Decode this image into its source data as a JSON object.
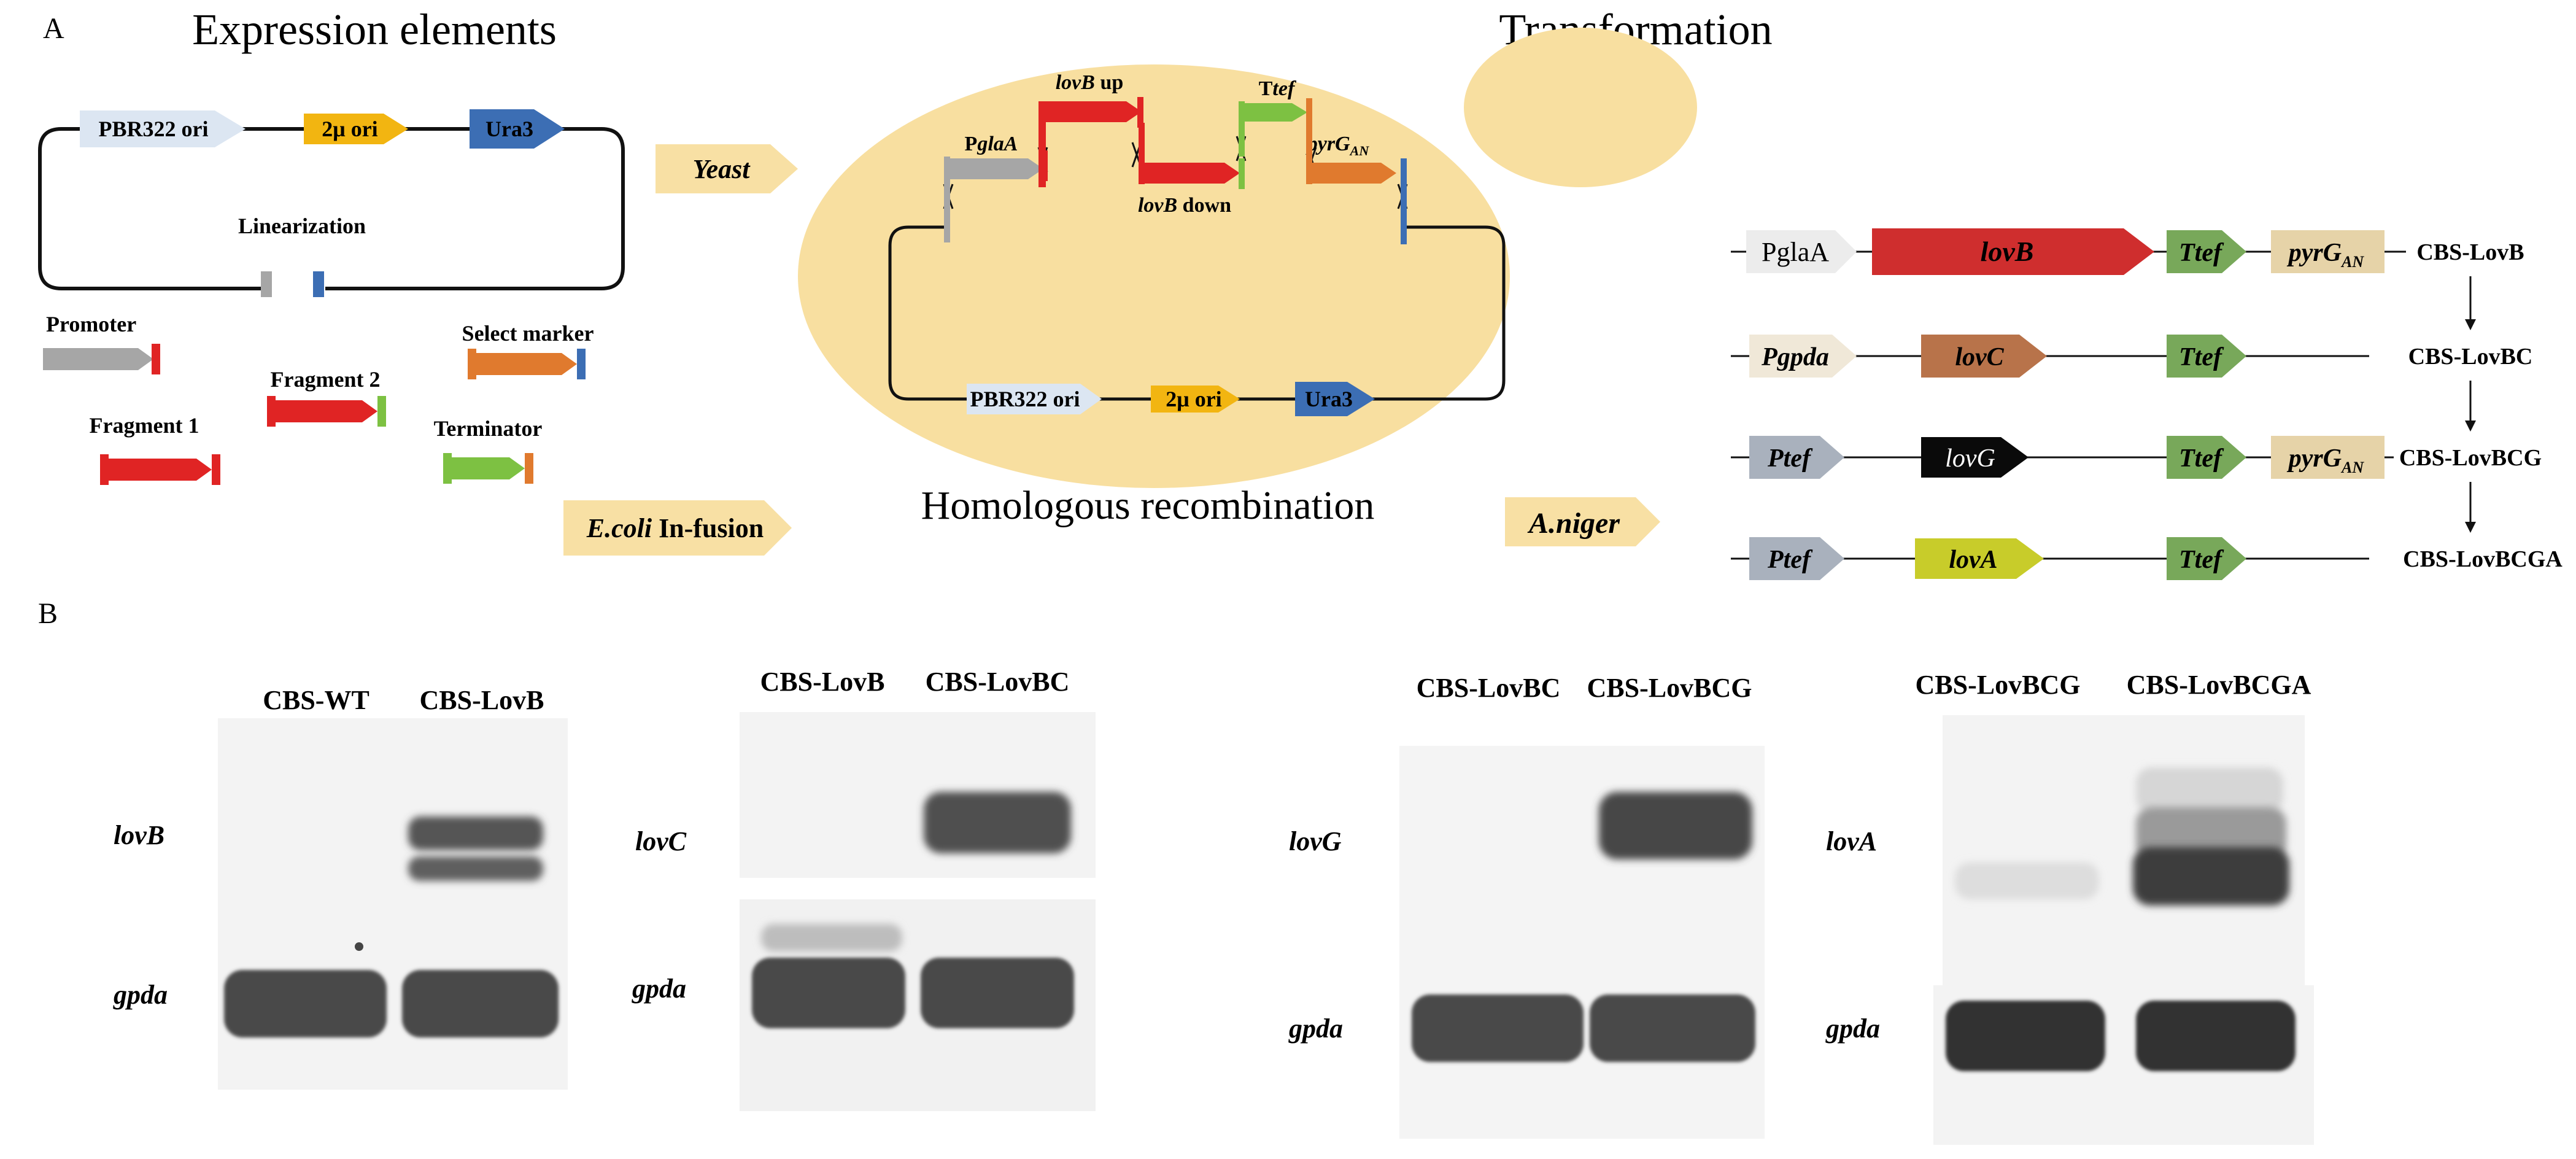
{
  "panel_a": {
    "letter": "A",
    "expression_title": "Expression elements",
    "transformation_title": "Transformation",
    "recombination_title": "Homologous recombination",
    "vector": {
      "ori1": "PBR322 ori",
      "ori2": "2μ ori",
      "marker": "Ura3",
      "linearization": "Linearization"
    },
    "elements": {
      "promoter": "Promoter",
      "fragment1": "Fragment 1",
      "fragment2": "Fragment 2",
      "select_marker": "Select marker",
      "terminator": "Terminator"
    },
    "arrows": {
      "yeast": "Yeast",
      "ecoli": "E.coli",
      "ecoli_rest": " In-fusion",
      "aniger": "A.niger"
    },
    "yeast_cell": {
      "pgla_prefix": "P",
      "pgla_gene": "glaA",
      "lovb_up_gene": "lovB",
      "lovb_up_rest": " up",
      "lovb_down_gene": "lovB",
      "lovb_down_rest": " down",
      "ttef_prefix": "T",
      "ttef_rest": "tef",
      "pyrg_main": "pyrG",
      "pyrg_sub": "AN",
      "ori1": "PBR322 ori",
      "ori2": "2μ ori",
      "marker": "Ura3"
    },
    "constructs": [
      {
        "promoter": "PglaA",
        "gene": "lovB",
        "terminator": "Ttef",
        "marker_main": "pyrG",
        "marker_sub": "AN",
        "name": "CBS-LovB"
      },
      {
        "promoter": "Pgpda",
        "gene": "lovC",
        "terminator": "Ttef",
        "name": "CBS-LovBC"
      },
      {
        "promoter": "Ptef",
        "gene": "lovG",
        "terminator": "Ttef",
        "marker_main": "pyrG",
        "marker_sub": "AN",
        "name": "CBS-LovBCG"
      },
      {
        "promoter": "Ptef",
        "gene": "lovA",
        "terminator": "Ttef",
        "name": "CBS-LovBCGA"
      }
    ]
  },
  "panel_b": {
    "letter": "B",
    "gels": [
      {
        "lanes": [
          "CBS-WT",
          "CBS-LovB"
        ],
        "target": "lovB",
        "reference": "gpda"
      },
      {
        "lanes": [
          "CBS-LovB",
          "CBS-LovBC"
        ],
        "target": "lovC",
        "reference": "gpda"
      },
      {
        "lanes": [
          "CBS-LovBC",
          "CBS-LovBCG"
        ],
        "target": "lovG",
        "reference": "gpda"
      },
      {
        "lanes": [
          "CBS-LovBCG",
          "CBS-LovBCGA"
        ],
        "target": "lovA",
        "reference": "gpda"
      }
    ]
  },
  "colors": {
    "ori1": "#dce6f2",
    "ori2": "#f2b511",
    "ura3": "#3c6eb4",
    "promoter_gray": "#a6a6a6",
    "red": "#e02424",
    "green": "#7dc142",
    "orange": "#e07a2e",
    "cell": "#f8dfa0",
    "arrow_fill": "#f8e0a4",
    "lovb": "#cf2e2e",
    "lovc": "#b8734a",
    "lovg": "#0a0a0a",
    "lova": "#c8cc2a",
    "ttef": "#78a85a",
    "pyrg": "#e6d3a8",
    "pgla": "#ececec",
    "pgpda": "#f0e8d8",
    "ptef": "#a9b1bd"
  }
}
